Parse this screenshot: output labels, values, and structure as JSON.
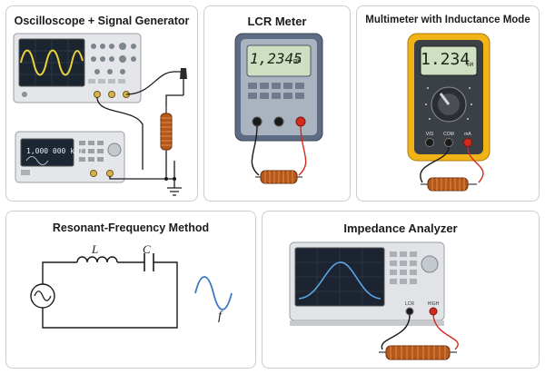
{
  "panels": {
    "oscilloscope": {
      "title": "Oscilloscope + Signal Generator",
      "generator_display": "1,000 000 kHz"
    },
    "lcr": {
      "title": "LCR Meter",
      "reading": "1,2345",
      "unit": "mH"
    },
    "multimeter": {
      "title": "Multimeter with Inductance Mode",
      "reading": "1.234",
      "unit": "mH",
      "jack_labels": [
        "V/Ω",
        "COM",
        "mA"
      ]
    },
    "resonant": {
      "title": "Resonant-Frequency Method",
      "inductor_label": "L",
      "capacitor_label": "C",
      "frequency_label": "f"
    },
    "impedance": {
      "title": "Impedance Analyzer",
      "jack_labels": [
        "LCR",
        "HIGH"
      ]
    }
  },
  "colors": {
    "panel_border": "#c9ccd1",
    "lead_red": "#d32a1e",
    "lead_black": "#1a1a1a",
    "coil_copper": "#b5581c",
    "lcd_green": "#cfe0c2",
    "scope_trace": "#e8d23a",
    "multimeter_yellow": "#f2b316",
    "wave_blue": "#3a78c9"
  },
  "icons": [
    "inductor-coil-icon",
    "ground-icon",
    "ac-source-icon",
    "sine-wave-icon",
    "probe-icon"
  ]
}
